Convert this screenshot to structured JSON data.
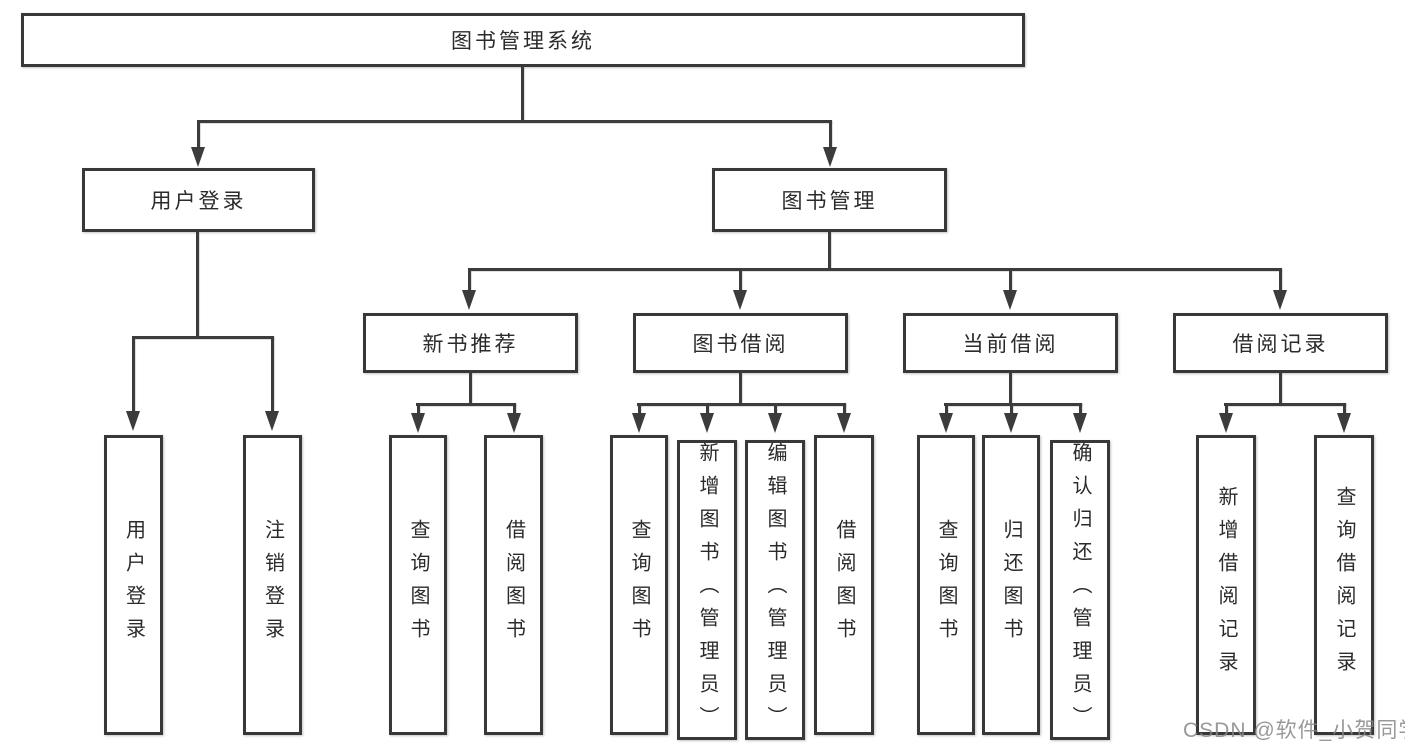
{
  "diagram": {
    "title": "图书管理系统",
    "root": {
      "label": "图书管理系统"
    },
    "level2": [
      {
        "label": "用户登录",
        "parent": "图书管理系统"
      },
      {
        "label": "图书管理",
        "parent": "图书管理系统"
      }
    ],
    "level3": [
      {
        "label": "新书推荐",
        "parent": "图书管理"
      },
      {
        "label": "图书借阅",
        "parent": "图书管理"
      },
      {
        "label": "当前借阅",
        "parent": "图书管理"
      },
      {
        "label": "借阅记录",
        "parent": "图书管理"
      }
    ],
    "leaves": [
      {
        "label": "用户登录",
        "parent": "用户登录"
      },
      {
        "label": "注销登录",
        "parent": "用户登录"
      },
      {
        "label": "查询图书",
        "parent": "新书推荐"
      },
      {
        "label": "借阅图书",
        "parent": "新书推荐"
      },
      {
        "label": "查询图书",
        "parent": "图书借阅"
      },
      {
        "label": "新增图书（管理员）",
        "parent": "图书借阅"
      },
      {
        "label": "编辑图书（管理员）",
        "parent": "图书借阅"
      },
      {
        "label": "借阅图书",
        "parent": "图书借阅"
      },
      {
        "label": "查询图书",
        "parent": "当前借阅"
      },
      {
        "label": "归还图书",
        "parent": "当前借阅"
      },
      {
        "label": "确认归还（管理员）",
        "parent": "当前借阅"
      },
      {
        "label": "新增借阅记录",
        "parent": "借阅记录"
      },
      {
        "label": "查询借阅记录",
        "parent": "借阅记录"
      }
    ],
    "colors": {
      "line": "#3c3c3c",
      "box_border": "#383838",
      "text": "#2b2b2b",
      "background": "#ffffff",
      "watermark": "#878787"
    }
  },
  "watermark": "CSDN @软件_小贺同学"
}
